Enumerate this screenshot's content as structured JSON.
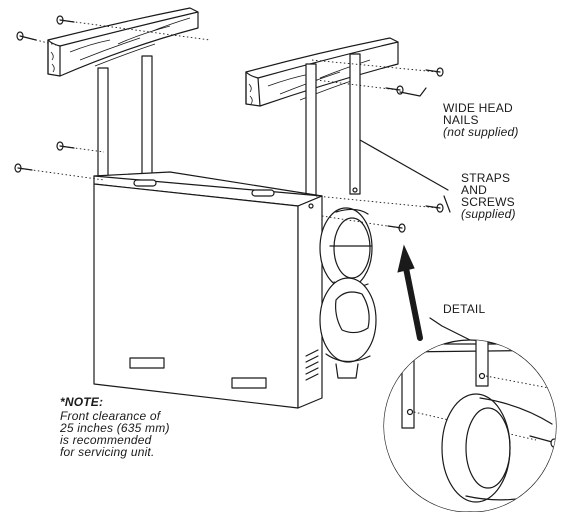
{
  "labels": {
    "nails": [
      "WIDE HEAD",
      "NAILS"
    ],
    "nails_note": "(not supplied)",
    "straps": [
      "STRAPS",
      "AND",
      "SCREWS"
    ],
    "straps_note": "(supplied)",
    "detail": "DETAIL"
  },
  "note": {
    "title": "*NOTE:",
    "lines": [
      "Front clearance of",
      "25 inches (635 mm)",
      "is recommended",
      "for servicing unit."
    ]
  },
  "colors": {
    "ink": "#1a1a1a",
    "paper": "#ffffff"
  }
}
